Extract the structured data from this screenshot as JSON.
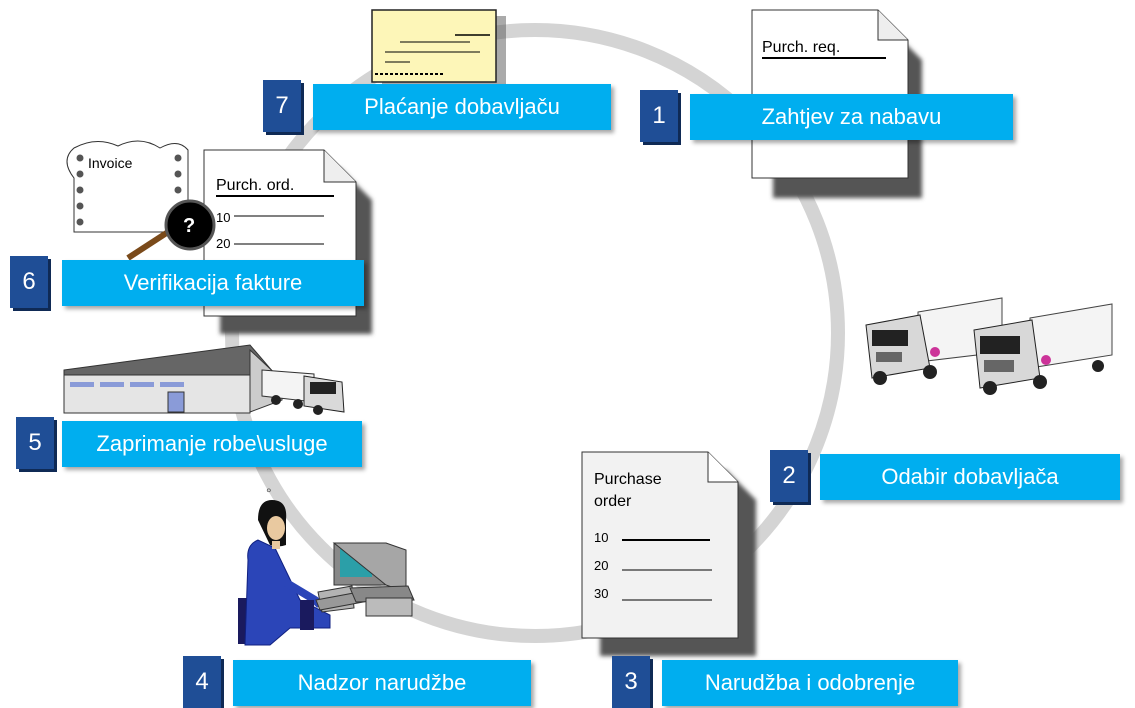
{
  "steps": [
    {
      "number": "1",
      "label": "Zahtjev za nabavu"
    },
    {
      "number": "2",
      "label": "Odabir dobavljača"
    },
    {
      "number": "3",
      "label": "Narudžba i odobrenje"
    },
    {
      "number": "4",
      "label": "Nadzor narudžbe"
    },
    {
      "number": "5",
      "label": "Zaprimanje robe\\usluge"
    },
    {
      "number": "6",
      "label": "Verifikacija fakture"
    },
    {
      "number": "7",
      "label": "Plaćanje dobavljaču"
    }
  ],
  "documents": {
    "purch_req": "Purch. req.",
    "purchase_order": {
      "title_line1": "Purchase",
      "title_line2": "order",
      "items": [
        "10",
        "20",
        "30"
      ]
    },
    "invoice": "Invoice",
    "purch_ord": {
      "title": "Purch. ord.",
      "items": [
        "10",
        "20"
      ]
    }
  },
  "magnifier_symbol": "?",
  "colors": {
    "bar": "#00aeef",
    "number_box": "#1f4e96",
    "ring": "#d4d4d4",
    "check": "#fdf6b8"
  }
}
